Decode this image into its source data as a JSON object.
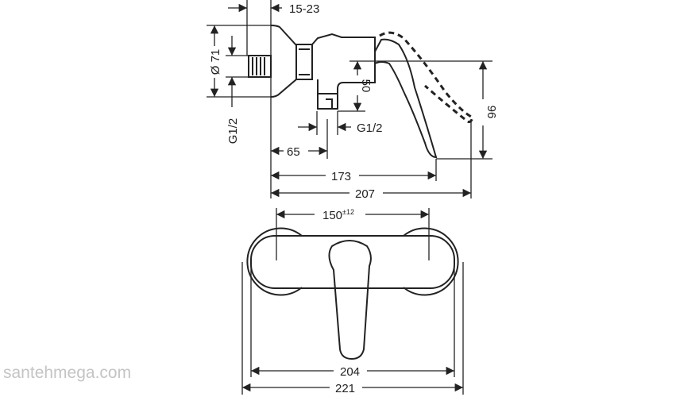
{
  "dimensions": {
    "wall_depth": "15-23",
    "rosette_diameter": "Ø 71",
    "inlet_thread": "G1/2",
    "outlet_height": "50",
    "outlet_thread": "G1/2",
    "total_height": "96",
    "outlet_offset": "65",
    "handle_projection": "173",
    "total_projection": "207",
    "centre_distance": "150",
    "centre_tolerance": "±12",
    "body_width": "204",
    "total_width": "221"
  },
  "watermark": "santehmega.com"
}
